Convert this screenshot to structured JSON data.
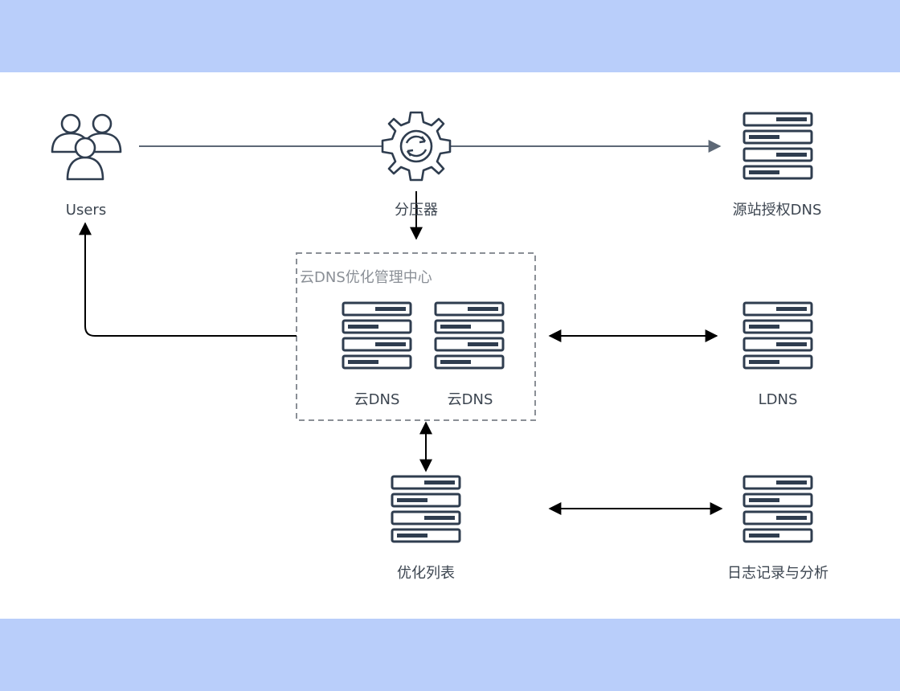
{
  "colors": {
    "band": "#b9cefa",
    "stroke": "#2f3d4f",
    "edge_gray": "#5d6876",
    "edge_black": "#000000",
    "group_border": "#8a8f96"
  },
  "nodes": {
    "users": {
      "label": "Users",
      "icon": "users-icon"
    },
    "dispatcher": {
      "label": "分压器",
      "icon": "gear-sync-icon"
    },
    "origin_dns": {
      "label": "源站授权DNS",
      "icon": "server-icon"
    },
    "cloud_dns_1": {
      "label": "云DNS",
      "icon": "server-icon"
    },
    "cloud_dns_2": {
      "label": "云DNS",
      "icon": "server-icon"
    },
    "ldns": {
      "label": "LDNS",
      "icon": "server-icon"
    },
    "optimization_list": {
      "label": "优化列表",
      "icon": "server-icon"
    },
    "log_analysis": {
      "label": "日志记录与分析",
      "icon": "server-icon"
    }
  },
  "group": {
    "title": "云DNS优化管理中心"
  },
  "edges": [
    {
      "from": "users",
      "to": "origin_dns",
      "direction": "forward"
    },
    {
      "from": "dispatcher",
      "to": "cloud_dns_optimization_center",
      "direction": "forward"
    },
    {
      "from": "cloud_dns_optimization_center",
      "to": "users",
      "direction": "forward"
    },
    {
      "from": "cloud_dns_optimization_center",
      "to": "ldns",
      "direction": "both"
    },
    {
      "from": "cloud_dns_optimization_center",
      "to": "optimization_list",
      "direction": "both"
    },
    {
      "from": "optimization_list",
      "to": "log_analysis",
      "direction": "both"
    }
  ]
}
